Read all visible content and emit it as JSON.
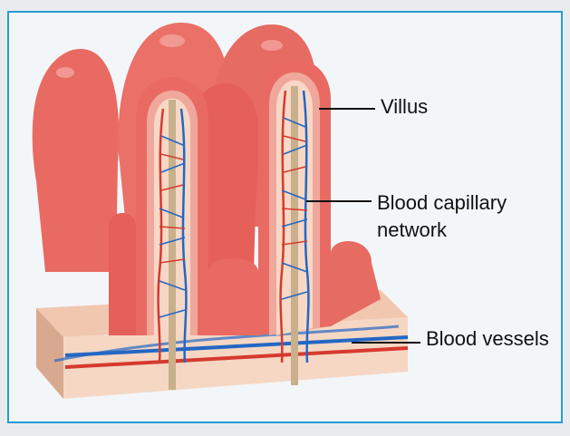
{
  "labels": {
    "villus": "Villus",
    "capillary_line1": "Blood capillary",
    "capillary_line2": "network",
    "vessels": "Blood vessels"
  },
  "colors": {
    "frame_border": "#2a9bd6",
    "villus_fill": "#e86a63",
    "villus_dark": "#c9483f",
    "inner_core": "#f7d8c6",
    "cell_dots": "#f0a79c",
    "artery_red": "#d63a2e",
    "vein_blue": "#2467c4",
    "lacteal": "#c8b08c"
  }
}
